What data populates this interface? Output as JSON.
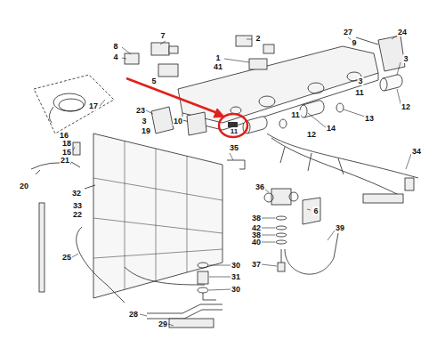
{
  "diagram": {
    "labels": [
      "7",
      "2",
      "27",
      "9",
      "24",
      "8",
      "4",
      "1",
      "41",
      "3",
      "5",
      "3",
      "11",
      "17",
      "12",
      "23",
      "11",
      "13",
      "16",
      "3",
      "10",
      "11",
      "14",
      "18",
      "15",
      "19",
      "12",
      "35",
      "34",
      "21",
      "20",
      "32",
      "36",
      "6",
      "33",
      "22",
      "38",
      "42",
      "39",
      "38",
      "40",
      "25",
      "30",
      "31",
      "37",
      "30",
      "28",
      "29"
    ]
  }
}
